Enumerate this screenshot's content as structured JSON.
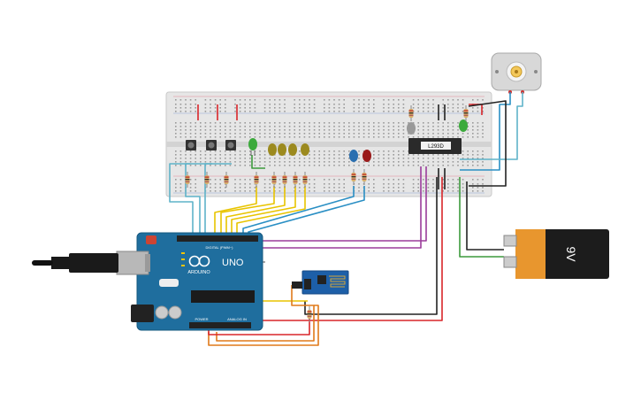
{
  "arduino": {
    "brand": "ARDUINO",
    "model": "UNO",
    "digital_label": "DIGITAL (PWM~)",
    "analog_label": "ANALOG IN",
    "power_label": "POWER"
  },
  "driver_ic": {
    "label": "L293D"
  },
  "battery": {
    "label": "9V"
  },
  "colors": {
    "board_blue": "#1f6e9e",
    "breadboard": "#e4e4e4",
    "wire_red": "#d9262a",
    "wire_black": "#222222",
    "wire_yellow": "#e8c400",
    "wire_blue": "#2a8fc4",
    "wire_cyan": "#5fb3c9",
    "wire_purple": "#9b3d9b",
    "wire_green": "#3c9a3c",
    "wire_orange": "#e07a1a",
    "wire_gray": "#888888"
  },
  "components": {
    "buttons": [
      "push-button",
      "push-button",
      "push-button"
    ],
    "leds": [
      "green",
      "olive",
      "olive",
      "olive",
      "olive",
      "blue",
      "red"
    ],
    "driver_leds": [
      "gray",
      "green"
    ],
    "motor": "dc-motor",
    "wifi_module": "esp8266"
  }
}
